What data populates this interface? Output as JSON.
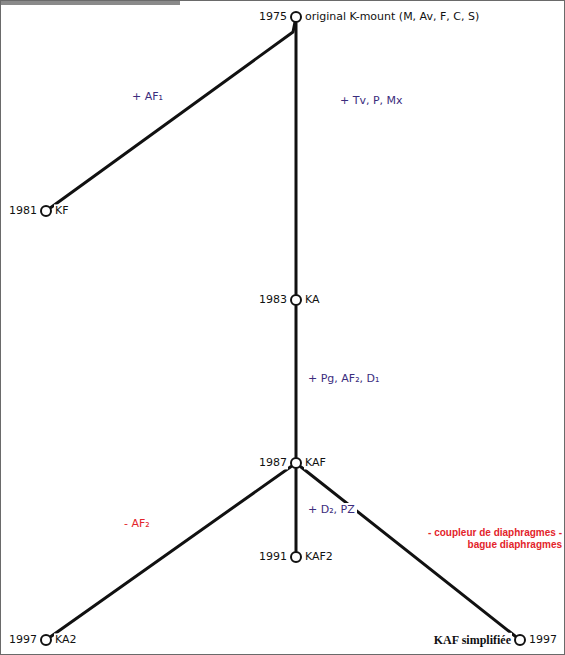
{
  "diagram": {
    "nodes": [
      {
        "text": [
          "1975",
          "original K-mount (M, Av, F, C, S)"
        ]
      },
      {
        "text": [
          "1981",
          "KF"
        ]
      },
      {
        "text": [
          "1983",
          "KA"
        ]
      },
      {
        "text": [
          "1987",
          "KAF"
        ]
      },
      {
        "text": [
          "1991",
          "KAF2"
        ]
      },
      {
        "text": [
          "1997",
          "KA2"
        ]
      },
      {
        "text": [
          "KAF simplifiée",
          "1997"
        ]
      }
    ],
    "edges": [
      {
        "from": 0,
        "to": 1,
        "arrow": "none",
        "label": "+ AF₁"
      },
      {
        "from": 0,
        "to": 2,
        "arrow": "none",
        "label": "+ Tv, P, Mx"
      },
      {
        "from": 2,
        "to": 3,
        "arrow": "none",
        "label": "+ Pg, AF₂, D₁"
      },
      {
        "from": 3,
        "to": 5,
        "arrow": "none",
        "label": "- AF₂"
      },
      {
        "from": 3,
        "to": 4,
        "arrow": "none",
        "label": "+ D₂, PZ"
      },
      {
        "from": 3,
        "to": 6,
        "arrow": "none",
        "label": "- coupleur de diaphragmes - bague diaphragmes"
      }
    ]
  }
}
